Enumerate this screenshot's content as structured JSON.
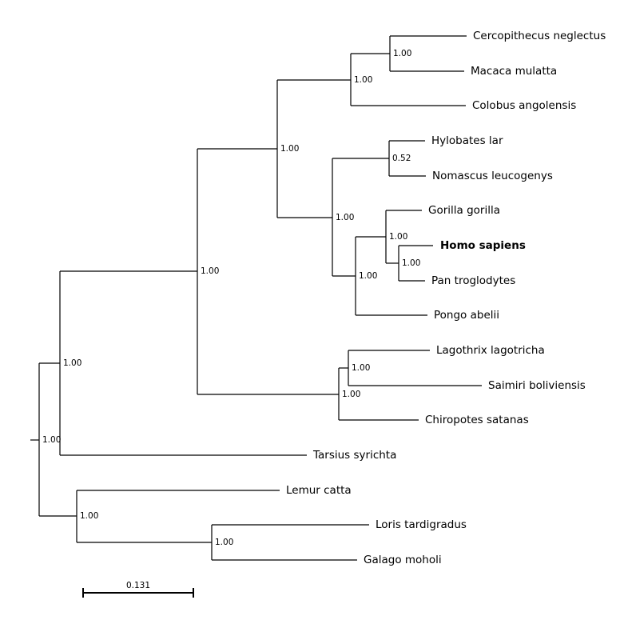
{
  "tree": {
    "leaves": [
      {
        "id": "cercopithecus",
        "label": "Cercopithecus neglectus",
        "bold": false
      },
      {
        "id": "macaca",
        "label": "Macaca mulatta",
        "bold": false
      },
      {
        "id": "colobus",
        "label": "Colobus angolensis",
        "bold": false
      },
      {
        "id": "hylobates",
        "label": "Hylobates lar",
        "bold": false
      },
      {
        "id": "nomascus",
        "label": "Nomascus leucogenys",
        "bold": false
      },
      {
        "id": "gorilla",
        "label": "Gorilla gorilla",
        "bold": false
      },
      {
        "id": "homo",
        "label": "Homo sapiens",
        "bold": true
      },
      {
        "id": "pan",
        "label": "Pan troglodytes",
        "bold": false
      },
      {
        "id": "pongo",
        "label": "Pongo abelii",
        "bold": false
      },
      {
        "id": "lagothrix",
        "label": "Lagothrix lagotricha",
        "bold": false
      },
      {
        "id": "saimiri",
        "label": "Saimiri boliviensis",
        "bold": false
      },
      {
        "id": "chiropotes",
        "label": "Chiropotes satanas",
        "bold": false
      },
      {
        "id": "tarsius",
        "label": "Tarsius syrichta",
        "bold": false
      },
      {
        "id": "lemur",
        "label": "Lemur catta",
        "bold": false
      },
      {
        "id": "loris",
        "label": "Loris tardigradus",
        "bold": false
      },
      {
        "id": "galago",
        "label": "Galago moholi",
        "bold": false
      }
    ],
    "support_values": {
      "root": "1.00",
      "n_haplorhini": "1.00",
      "n_anthropoidea": "1.00",
      "n_catarrhini": "1.00",
      "n_cercopithecidae": "1.00",
      "n_cercopithecini": "1.00",
      "n_hominoidea": "1.00",
      "n_hylobatidae": "0.52",
      "n_hominidae": "1.00",
      "n_homininae": "1.00",
      "n_hominini": "1.00",
      "n_platyrrhini": "1.00",
      "n_atelidae": "1.00",
      "n_strepsirrhini": "1.00",
      "n_lorisiformes": "1.00"
    }
  },
  "scale_bar": {
    "label": "0.131"
  }
}
